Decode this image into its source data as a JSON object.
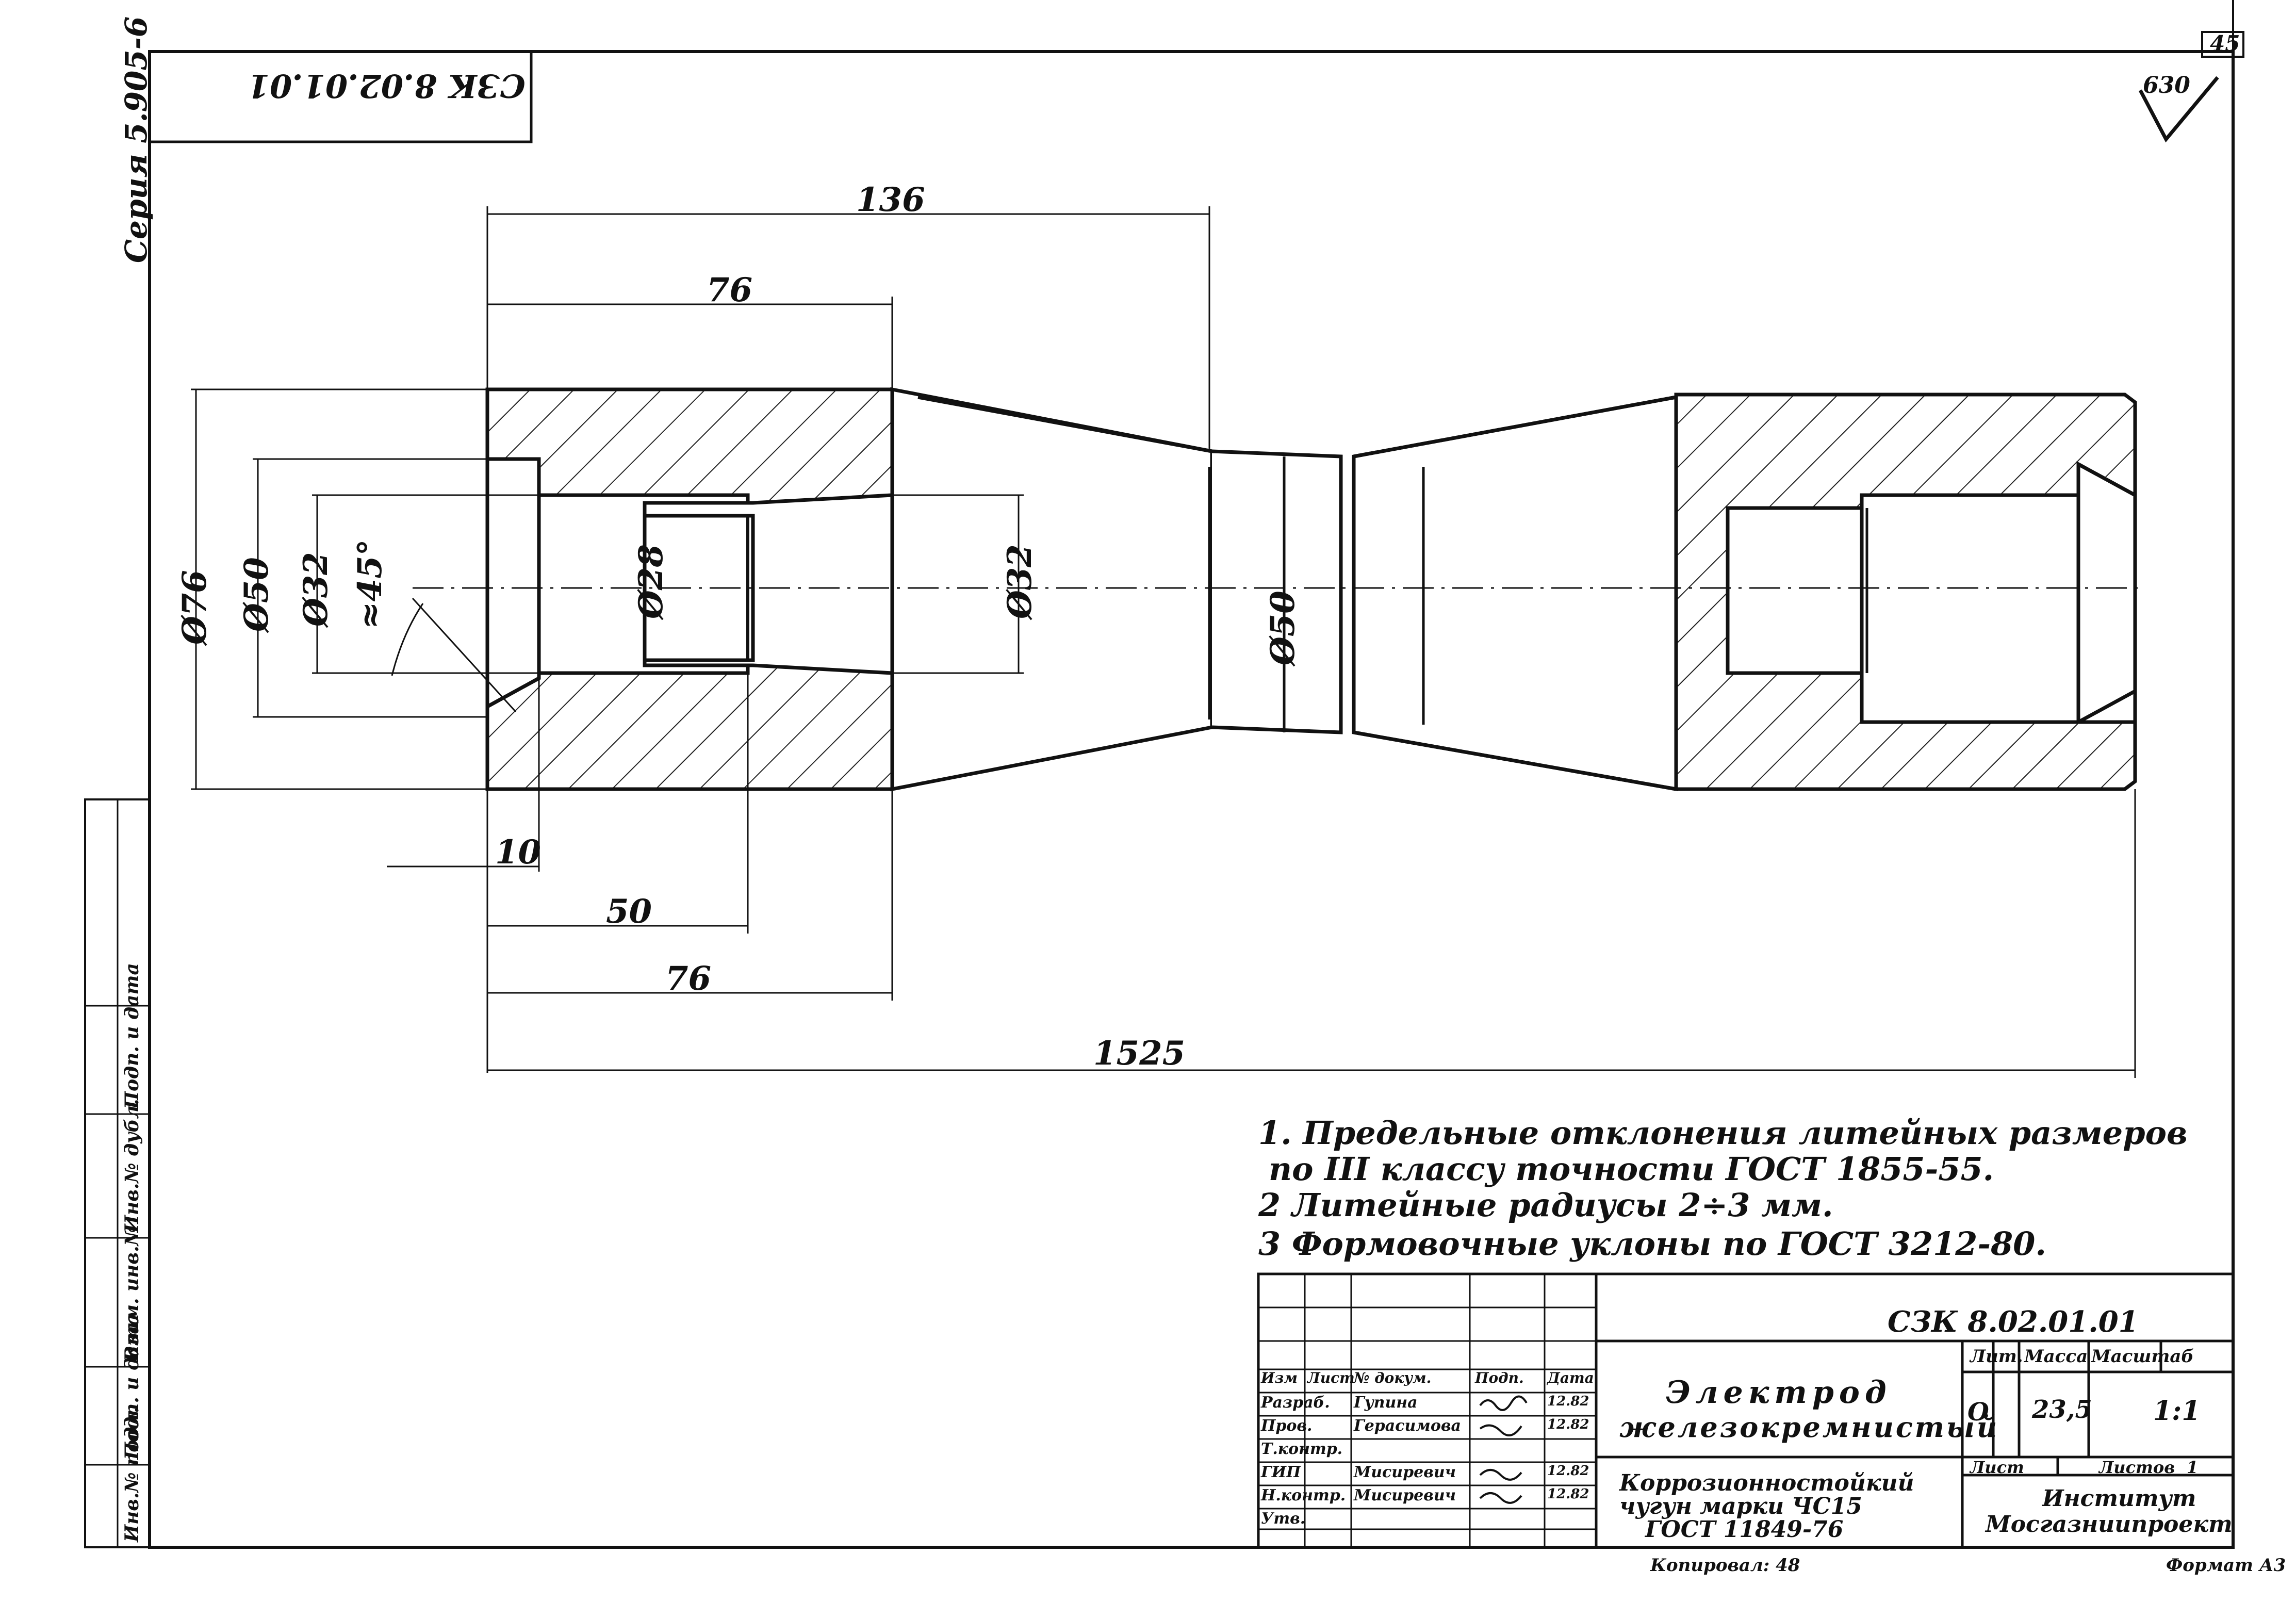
{
  "sheet": {
    "sheet_number": "45",
    "series": "Серия 5.905-6",
    "stamp_code": "СЗК 8.02.01.01",
    "roughness": "630",
    "format": "Формат А3",
    "copied": "Копировал: 48"
  },
  "dimensions": {
    "d136": "136",
    "d76_top": "76",
    "d76_bottom": "76",
    "d50_bottom": "50",
    "d10": "10",
    "d1525": "1525",
    "dia76": "Ø76",
    "dia50_left": "Ø50",
    "dia32_left": "Ø32",
    "angle": "≈45°",
    "dia28": "Ø28",
    "dia32_right": "Ø32",
    "dia50_mid": "Ø50"
  },
  "notes": [
    "1.   Предельные отклонения литейных размеров",
    "по III классу точности ГОСТ 1855-55.",
    "2   Литейные радиусы 2÷3 мм.",
    "3   Формовочные уклоны по ГОСТ 3212-80."
  ],
  "title_block": {
    "designation": "СЗК 8.02.01.01",
    "part_name_1": "Электрод",
    "part_name_2": "железокремнистый",
    "material_1": "Коррозионностойкий",
    "material_2": "чугун марки ЧС15",
    "material_3": "ГОСТ 11849-76",
    "header_lit": "Лит.",
    "header_mass": "Масса",
    "header_scale": "Масштаб",
    "lit_value": "О",
    "mass_value": "23,5",
    "scale_value": "1:1",
    "sheet_label": "Лист",
    "sheets_label": "Листов",
    "sheets_value": "1",
    "org_1": "Институт",
    "org_2": "Мосгазниипроект",
    "head": [
      "Изм",
      "Лист",
      "№ докум.",
      "Подп.",
      "Дата"
    ],
    "rows": [
      {
        "role": "Разраб.",
        "name": "Гупина",
        "date": "12.82"
      },
      {
        "role": "Пров.",
        "name": "Герасимова",
        "date": "12.82"
      },
      {
        "role": "Т.контр.",
        "name": "",
        "date": ""
      },
      {
        "role": "ГИП",
        "name": "Мисиревич",
        "date": "12.82"
      },
      {
        "role": "Н.контр.",
        "name": "Мисиревич",
        "date": "12.82"
      },
      {
        "role": "Утв.",
        "name": "",
        "date": ""
      }
    ]
  },
  "side_strip": [
    "Инв.№ подл.",
    "Подп. и дата",
    "Взам. инв.№",
    "Инв.№ дубл.",
    "Подп. и дата"
  ]
}
